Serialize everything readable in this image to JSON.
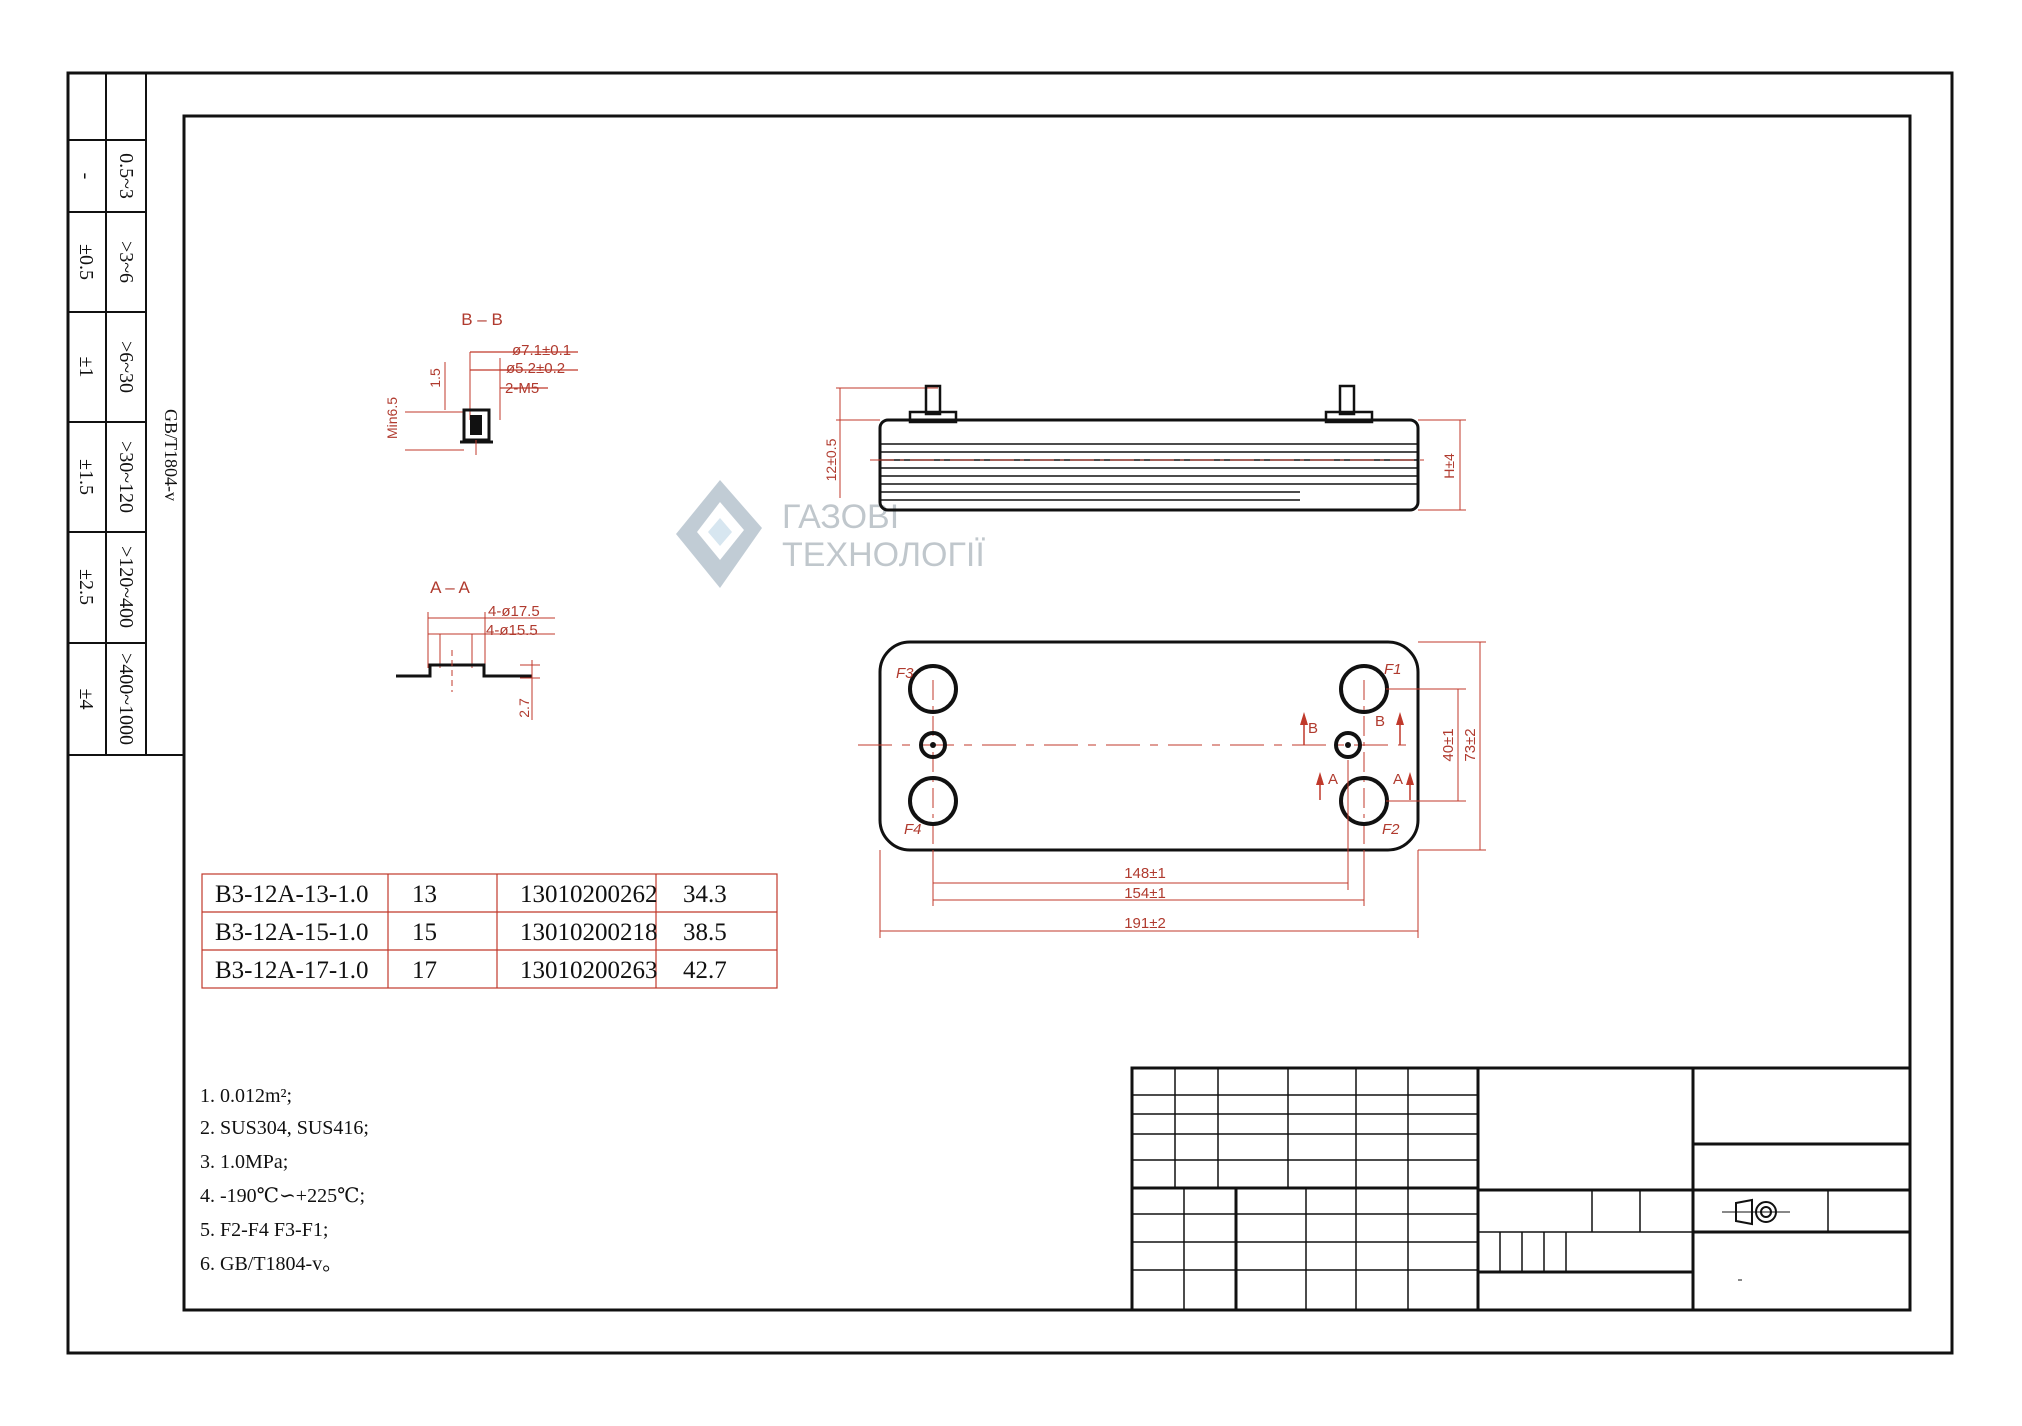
{
  "tolerance_table": {
    "standard": "GB/T1804-v",
    "rows": [
      {
        "range": "0.5~3",
        "tolerance": "-"
      },
      {
        "range": ">3~6",
        "tolerance": "±0.5"
      },
      {
        "range": ">6~30",
        "tolerance": "±1"
      },
      {
        "range": ">30~120",
        "tolerance": "±1.5"
      },
      {
        "range": ">120~400",
        "tolerance": "±2.5"
      },
      {
        "range": ">400~1000",
        "tolerance": "±4"
      }
    ]
  },
  "watermark": {
    "line1": "ГАЗОВІ",
    "line2": "ТЕХНОЛОГІЇ"
  },
  "section_bb": {
    "title": "B – B",
    "dims": [
      "ø7.1±0.1",
      "ø5.2±0.2",
      "2-M5",
      "1.5",
      "Min6.5"
    ]
  },
  "section_aa": {
    "title": "A – A",
    "dims": [
      "4-ø17.5",
      "4-ø15.5",
      "2.7"
    ]
  },
  "side_view": {
    "dims": [
      "12±0.5",
      "H±4"
    ]
  },
  "plan_view": {
    "ports": [
      "F1",
      "F2",
      "F3",
      "F4"
    ],
    "section_marks": [
      "B",
      "B",
      "A",
      "A"
    ],
    "dims": {
      "d148": "148±1",
      "d154": "154±1",
      "d191": "191±2",
      "d40": "40±1",
      "d73": "73±2"
    }
  },
  "models_table": [
    [
      "B3-12A-13-1.0",
      "13",
      "13010200262",
      "34.3"
    ],
    [
      "B3-12A-15-1.0",
      "15",
      "13010200218",
      "38.5"
    ],
    [
      "B3-12A-17-1.0",
      "17",
      "13010200263",
      "42.7"
    ]
  ],
  "notes": [
    "1. 0.012m²;",
    "2. SUS304, SUS416;",
    "3. 1.0MPa;",
    "4. -190℃∽+225℃;",
    "5. F2-F4 F3-F1;",
    "6. GB/T1804-v。"
  ]
}
